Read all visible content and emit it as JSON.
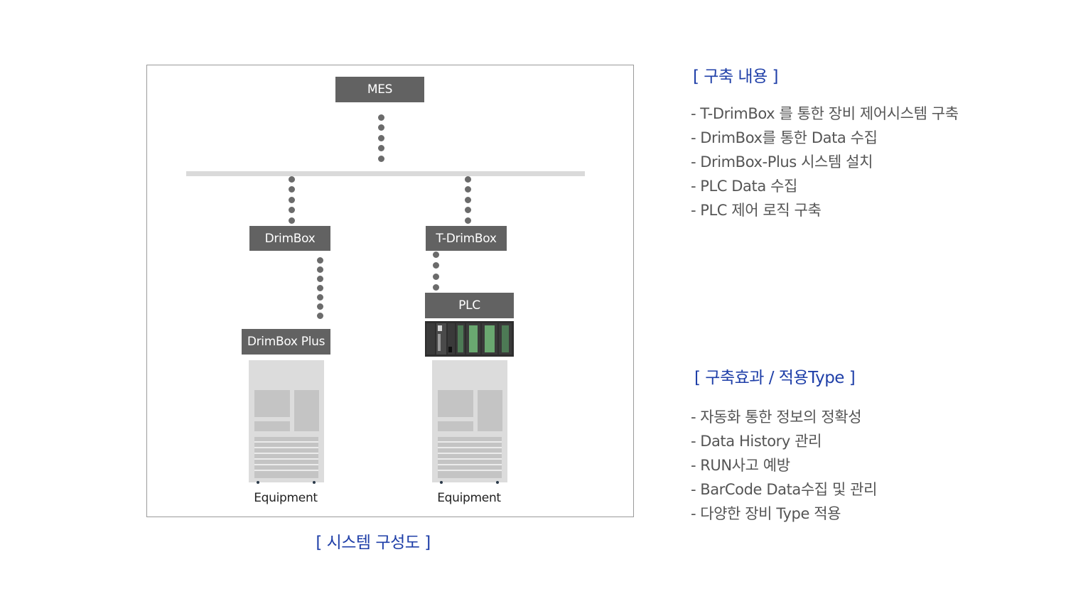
{
  "diagram": {
    "nodes": {
      "mes": "MES",
      "drimbox": "DrimBox",
      "t_drimbox": "T-DrimBox",
      "drimbox_plus": "DrimBox Plus",
      "plc": "PLC"
    },
    "equipment_left": "Equipment",
    "equipment_right": "Equipment",
    "caption": "[ 시스템 구성도 ]"
  },
  "build_content": {
    "title": "[ 구축 내용 ]",
    "items": [
      "T-DrimBox 를 통한 장비 제어시스템 구축",
      "DrimBox를 통한 Data 수집",
      "DrimBox-Plus 시스템 설치",
      "PLC Data 수집",
      "PLC 제어 로직 구축"
    ]
  },
  "effects": {
    "title": "[ 구축효과 / 적용Type ]",
    "items": [
      "자동화 통한 정보의 정확성",
      "Data History 관리",
      "RUN사고 예방",
      "BarCode Data수집 및 관리",
      "다양한 장비 Type 적용"
    ]
  },
  "bullet_prefix": "-",
  "colors": {
    "node_fill": "#626262",
    "accent_blue": "#1f3fa8",
    "connector": "#6b6b6b",
    "bus": "#dadada"
  }
}
